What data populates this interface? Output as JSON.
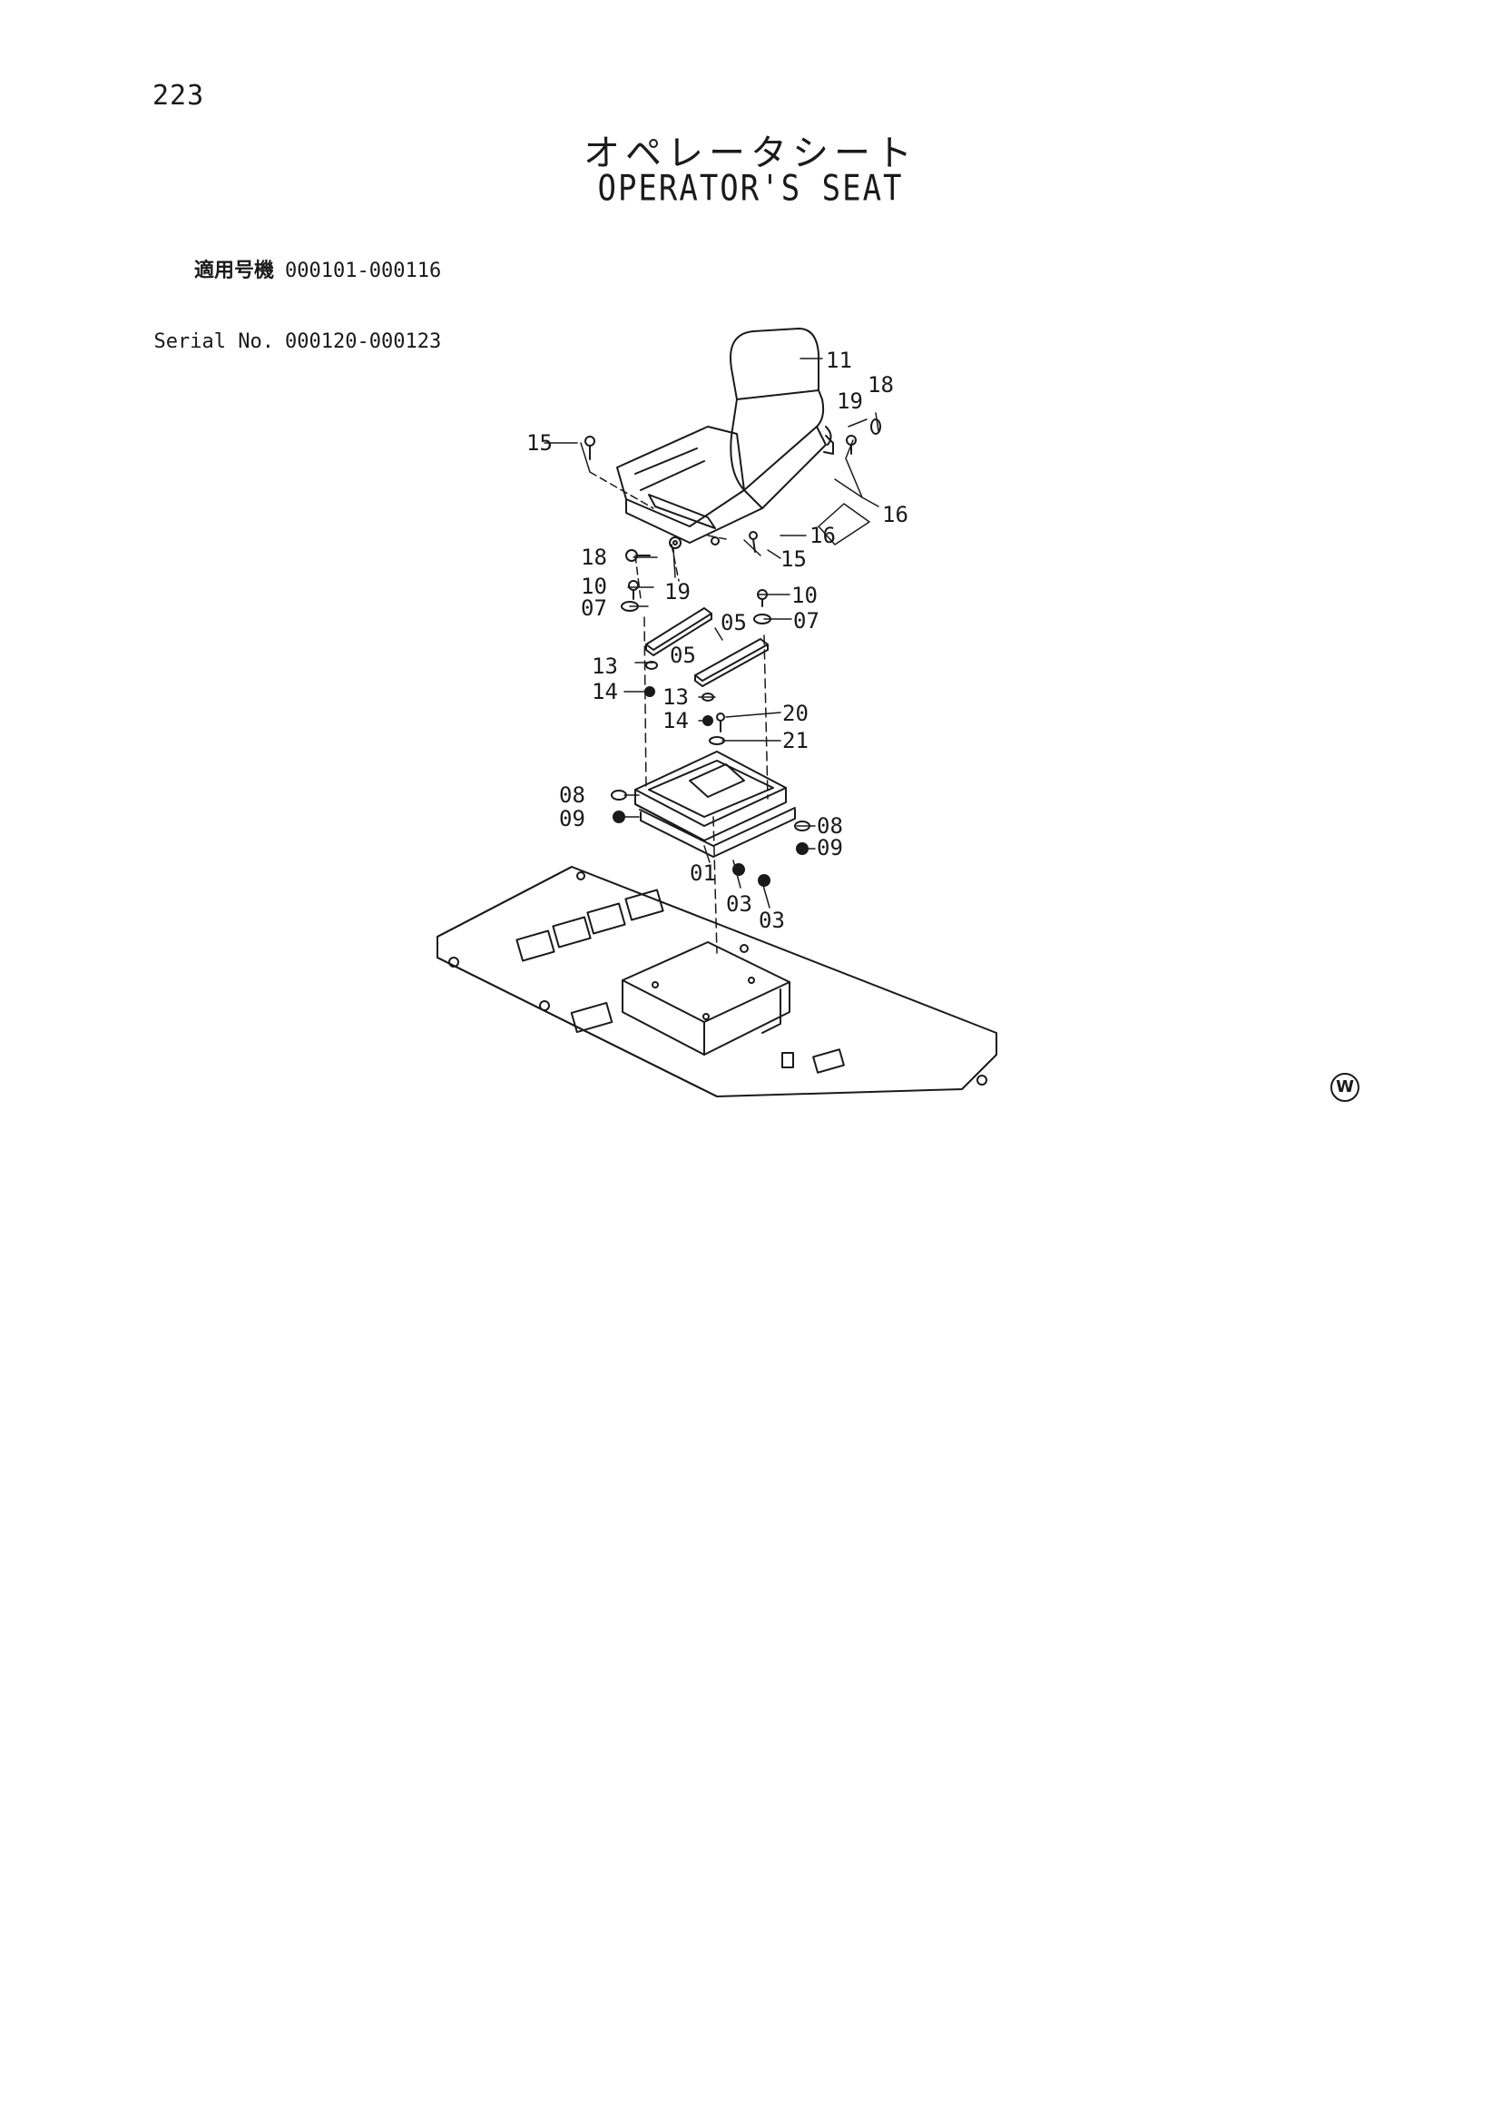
{
  "page": {
    "number": "223",
    "title_jp": "オペレータシート",
    "title_en": "OPERATOR'S SEAT"
  },
  "serials": [
    {
      "label": "適用号機",
      "range": "000101-000116"
    },
    {
      "label": "Serial No.",
      "range": "000120-000123"
    }
  ],
  "diagram": {
    "callouts": [
      "11",
      "18",
      "19",
      "15",
      "16",
      "16",
      "18",
      "19",
      "15",
      "10",
      "10",
      "07",
      "07",
      "05",
      "05",
      "13",
      "14",
      "13",
      "14",
      "20",
      "21",
      "08",
      "09",
      "08",
      "09",
      "01",
      "03",
      "03"
    ]
  },
  "mark": "W"
}
